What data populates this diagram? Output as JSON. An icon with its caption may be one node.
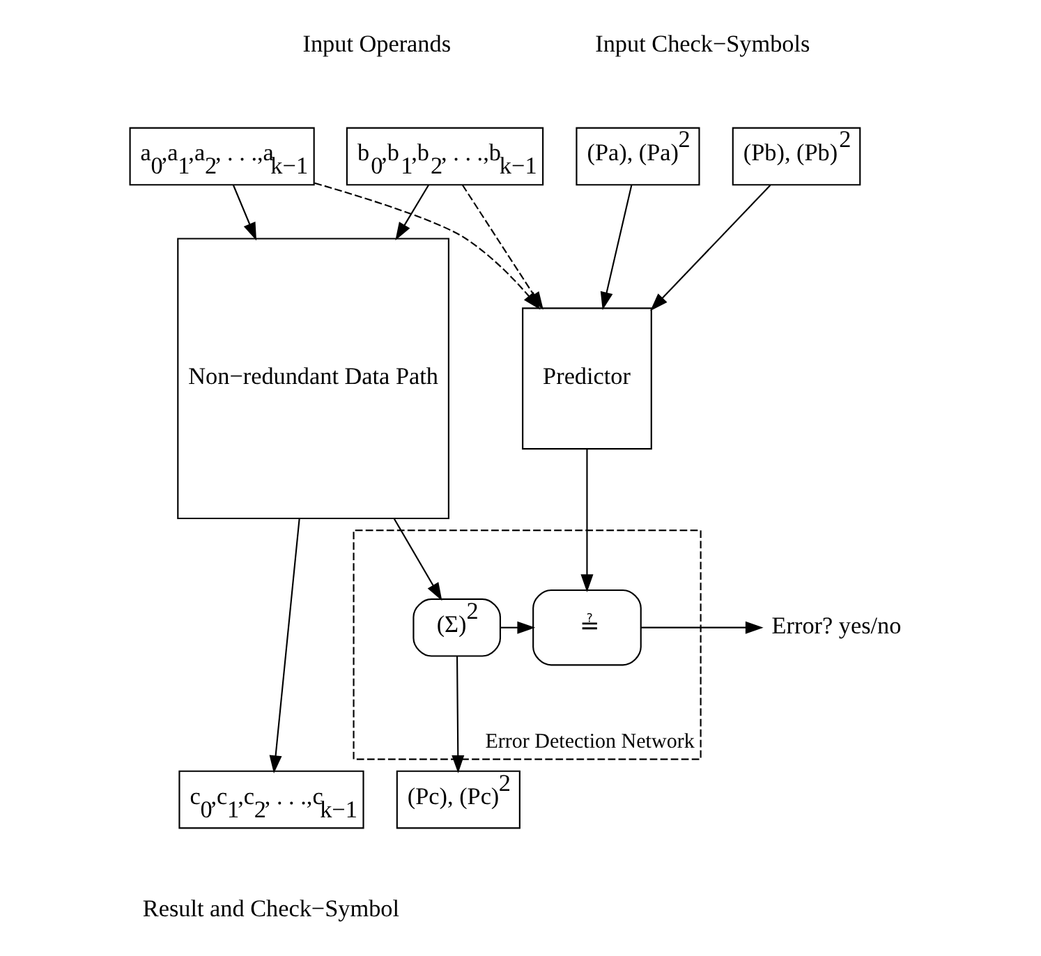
{
  "diagram": {
    "nodes": [
      {
        "text": [
          "a$_{0}$,a$_{1}$,a$_{2}$, . . .,a$_{k−1}$"
        ]
      },
      {
        "text": [
          "b$_{0}$,b$_{1}$,b$_{2}$, . . .,b$_{k−1}$"
        ]
      },
      {
        "text": [
          "(Pa), (Pa)$^{2}$"
        ]
      },
      {
        "text": [
          "(Pb), (Pb)$^{2}$"
        ]
      },
      {
        "text": [
          "Non−redundant Data Path"
        ]
      },
      {
        "text": [
          "Predictor"
        ]
      },
      {
        "text": [
          "Error Detection Network"
        ]
      },
      {
        "text": [
          "(Σ)$^{2}$"
        ],
        "in": 6
      },
      {
        "text": [
          "≟"
        ],
        "in": 6
      },
      {
        "text": [
          "c$_{0}$,c$_{1}$,c$_{2}$, . . .,c$_{k−1}$"
        ]
      },
      {
        "text": [
          "(Pc), (Pc)$^{2}$"
        ]
      },
      {
        "text": [
          "Error? yes/no"
        ]
      }
    ],
    "edges": [
      {
        "from": 0,
        "to": 4,
        "arrow": "to"
      },
      {
        "from": 1,
        "to": 4,
        "arrow": "to"
      },
      {
        "from": 0,
        "to": 5,
        "arrow": "to",
        "style": "dashed"
      },
      {
        "from": 1,
        "to": 5,
        "arrow": "to",
        "style": "dashed"
      },
      {
        "from": 2,
        "to": 5,
        "arrow": "to"
      },
      {
        "from": 3,
        "to": 5,
        "arrow": "to"
      },
      {
        "from": 4,
        "to": 9,
        "arrow": "to"
      },
      {
        "from": 4,
        "to": 7,
        "arrow": "to"
      },
      {
        "from": 5,
        "to": 8,
        "arrow": "to"
      },
      {
        "from": 7,
        "to": 8,
        "arrow": "to"
      },
      {
        "from": 8,
        "to": 11,
        "arrow": "to"
      },
      {
        "from": 7,
        "to": 10,
        "arrow": "to"
      }
    ],
    "labels": [
      "Input Operands",
      "Input Check−Symbols",
      "Result and Check−Symbol"
    ]
  }
}
